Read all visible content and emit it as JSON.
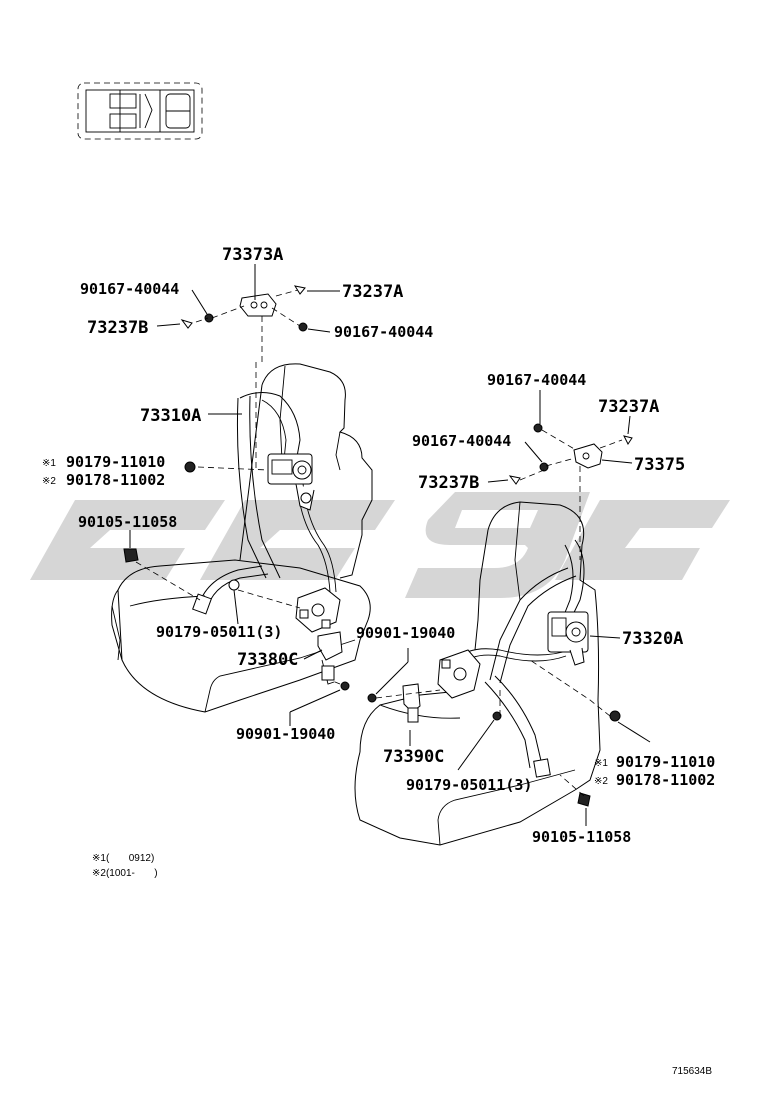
{
  "labels": {
    "l_73373A": "73373A",
    "l_90167_40044_a": "90167-40044",
    "l_73237A_a": "73237A",
    "l_73237B_a": "73237B",
    "l_90167_40044_b": "90167-40044",
    "l_73310A": "73310A",
    "l_note1_a": "※1",
    "l_90179_11010_a": "90179-11010",
    "l_note2_a": "※2",
    "l_90178_11002_a": "90178-11002",
    "l_90105_11058_a": "90105-11058",
    "l_90179_05011_a": "90179-05011(3)",
    "l_73380C": "73380C",
    "l_90901_19040_a": "90901-19040",
    "l_90167_40044_c": "90167-40044",
    "l_73237A_b": "73237A",
    "l_90167_40044_d": "90167-40044",
    "l_73375": "73375",
    "l_73237B_b": "73237B",
    "l_73320A": "73320A",
    "l_90901_19040_b": "90901-19040",
    "l_73390C": "73390C",
    "l_90179_05011_b": "90179-05011(3)",
    "l_note1_b": "※1",
    "l_90179_11010_b": "90179-11010",
    "l_note2_b": "※2",
    "l_90178_11002_b": "90178-11002",
    "l_90105_11058_b": "90105-11058"
  },
  "footnotes": {
    "note1": "※1(       0912)",
    "note2": "※2(1001-       )"
  },
  "figure_number": "715634B",
  "colors": {
    "watermark": "#d6d6d6",
    "line": "#000000"
  }
}
